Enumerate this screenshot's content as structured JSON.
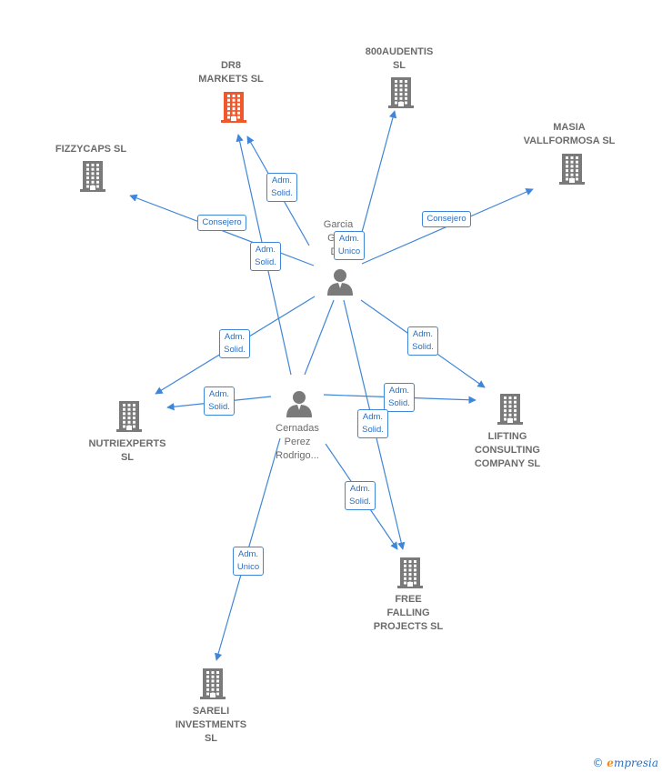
{
  "nodes": {
    "dr8": {
      "label": "DR8\nMARKETS  SL",
      "color": "#f0572a",
      "type": "company"
    },
    "audentis": {
      "label": "800AUDENTIS\nSL",
      "color": "#7a7a7a",
      "type": "company"
    },
    "masia": {
      "label": "MASIA\nVALLFORMOSA SL",
      "color": "#7a7a7a",
      "type": "company"
    },
    "fizzycaps": {
      "label": "FIZZYCAPS  SL",
      "color": "#7a7a7a",
      "type": "company"
    },
    "nutriexperts": {
      "label": "NUTRIEXPERTS\nSL",
      "color": "#7a7a7a",
      "type": "company"
    },
    "lifting": {
      "label": "LIFTING\nCONSULTING\nCOMPANY SL",
      "color": "#7a7a7a",
      "type": "company"
    },
    "freefalling": {
      "label": "FREE\nFALLING\nPROJECTS SL",
      "color": "#7a7a7a",
      "type": "company"
    },
    "sareli": {
      "label": "SARELI\nINVESTMENTS\nSL",
      "color": "#7a7a7a",
      "type": "company"
    },
    "garcia": {
      "label": "Garcia\nGe...\nD...",
      "color": "#7a7a7a",
      "type": "person"
    },
    "cernadas": {
      "label": "Cernadas\nPerez\nRodrigo...",
      "color": "#7a7a7a",
      "type": "person"
    }
  },
  "edges": [
    {
      "id": "e1",
      "label": "Adm.\nSolid."
    },
    {
      "id": "e2",
      "label": "Adm.\nSolid."
    },
    {
      "id": "e3",
      "label": "Adm.\nUnico"
    },
    {
      "id": "e4",
      "label": "Consejero"
    },
    {
      "id": "e5",
      "label": "Consejero"
    },
    {
      "id": "e6",
      "label": "Adm.\nSolid."
    },
    {
      "id": "e7",
      "label": "Adm.\nSolid."
    },
    {
      "id": "e8",
      "label": "Adm.\nSolid."
    },
    {
      "id": "e9",
      "label": "Adm.\nSolid."
    },
    {
      "id": "e10",
      "label": "Adm.\nSolid."
    },
    {
      "id": "e11",
      "label": "Adm.\nSolid."
    },
    {
      "id": "e12",
      "label": "Adm.\nUnico"
    }
  ],
  "colors": {
    "edge": "#3f86d8",
    "company_icon": "#7a7a7a",
    "highlight_icon": "#f0572a"
  },
  "footer": {
    "copyright": "©",
    "brand_initial": "e",
    "brand_rest": "mpresia"
  }
}
